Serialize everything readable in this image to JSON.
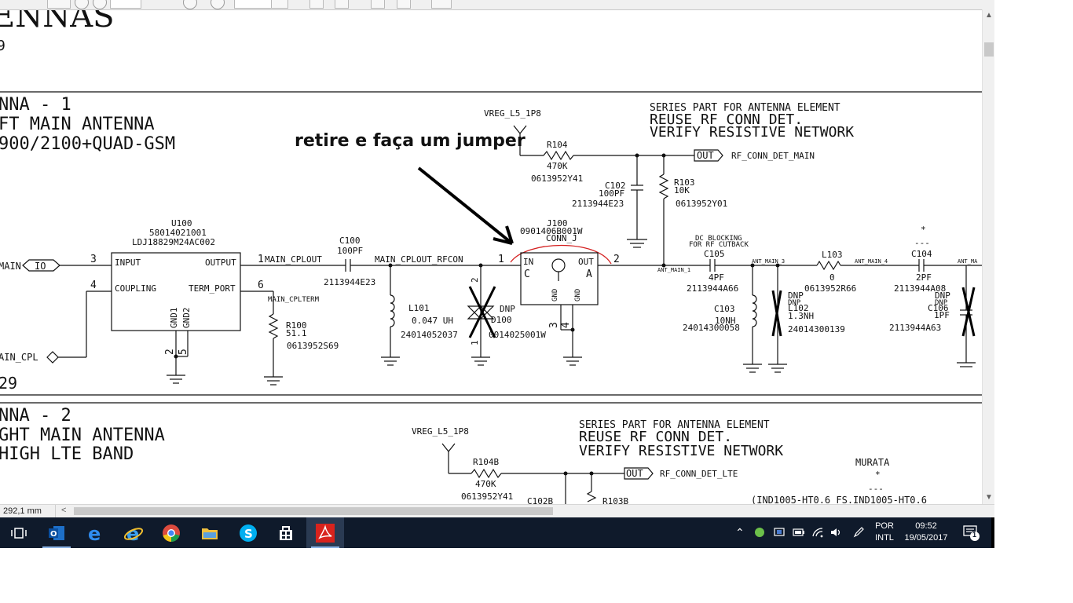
{
  "schematic": {
    "top_heading_partial": "ENNAS",
    "top_subline_partial": "9",
    "section1": {
      "title1": "NNA - 1",
      "title2": "FT MAIN ANTENNA",
      "title3": "900/2100+QUAD-GSM",
      "bottom_label": "29",
      "notes": {
        "line1": "SERIES PART FOR ANTENNA ELEMENT",
        "line2": "REUSE RF CONN DET.",
        "line3": "VERIFY RESISTIVE NETWORK"
      },
      "annotation": "retire e faça um jumper",
      "vreg": "VREG_L5_1P8",
      "r104": {
        "ref": "R104",
        "value": "470K",
        "part": "0613952Y41"
      },
      "c102": {
        "ref": "C102",
        "value": "100PF",
        "part": "2113944E23"
      },
      "r103": {
        "ref": "R103",
        "value": "10K",
        "part": "0613952Y01"
      },
      "out_port": "OUT",
      "out_net": "RF_CONN_DET_MAIN",
      "u100": {
        "ref": "U100",
        "part1": "58014021001",
        "part2": "LDJ18829M24AC002",
        "pin_input": "INPUT",
        "pin_output": "OUTPUT",
        "pin_coupling": "COUPLING",
        "pin_term": "TERM_PORT",
        "pin_gnd1": "GND1",
        "pin_gnd2": "GND2",
        "n3": "3",
        "n1": "1",
        "n4": "4",
        "n6": "6",
        "n2": "2",
        "n5": "5"
      },
      "main_label": "MAIN",
      "io_port": "IO",
      "main_cpl": "AIN_CPL",
      "net_main_cplout": "MAIN_CPLOUT",
      "net_main_cplterm": "MAIN_CPLTERM",
      "net_rfcon": "MAIN_CPLOUT_RFCON",
      "c100": {
        "ref": "C100",
        "value": "100PF",
        "part": "2113944E23"
      },
      "r100": {
        "ref": "R100",
        "value": "51.1",
        "part": "0613952S69"
      },
      "l101": {
        "ref": "L101",
        "value": "0.047 UH",
        "part": "24014052037"
      },
      "dnp1": {
        "label": "DNP",
        "ref": "D100",
        "part": "0014025001W",
        "pin2": "2",
        "pin1": "1"
      },
      "j100": {
        "ref": "J100",
        "part": "0901406B001W",
        "name": "CONN_J",
        "in": "IN",
        "out": "OUT",
        "c": "C",
        "a": "A",
        "gnd_a": "GND",
        "gnd_b": "GND",
        "pin1": "1",
        "pin2": "2",
        "pin3": "3",
        "pin4": "4"
      },
      "dc_blocking": "DC BLOCKING",
      "for_rf_cutback": "FOR RF CUTBACK",
      "c105": {
        "ref": "C105",
        "value": "4PF",
        "part": "2113944A66"
      },
      "ant_main_1": "ANT_MAIN_1",
      "ant_main_3": "ANT_MAIN_3",
      "ant_main_4": "ANT_MAIN_4",
      "ant_ma": "ANT_MA",
      "c103": {
        "ref": "C103",
        "value": "10NH",
        "part": "24014300058"
      },
      "l102": {
        "dnp1": "DNP",
        "dnp2": "DNP",
        "ref": "L102",
        "value": "1.3NH",
        "part": "24014300139"
      },
      "l103": {
        "ref": "L103",
        "value": "0",
        "part": "0613952R66"
      },
      "c104": {
        "star": "*",
        "dash": "---",
        "ref": "C104",
        "value": "2PF",
        "part": "2113944A08"
      },
      "c106": {
        "dnp1": "DNP",
        "dnp2": "DNP",
        "ref": "C106",
        "value": "1PF",
        "part": "2113944A63"
      }
    },
    "section2": {
      "title1": "NNA - 2",
      "title2": "GHT MAIN ANTENNA",
      "title3": "HIGH LTE BAND",
      "notes": {
        "line1": "SERIES PART FOR ANTENNA ELEMENT",
        "line2": "REUSE RF CONN DET.",
        "line3": "VERIFY RESISTIVE NETWORK"
      },
      "vreg": "VREG_L5_1P8",
      "r104b": {
        "ref": "R104B",
        "value": "470K",
        "part": "0613952Y41"
      },
      "c102b": "C102B",
      "r103b": "R103B",
      "out_port": "OUT",
      "out_net": "RF_CONN_DET_LTE",
      "murata": "MURATA",
      "star": "*",
      "dash": "---",
      "ind": "(IND1005-HT0.6 FS.IND1005-HT0.6"
    }
  },
  "statusbar": {
    "dimension": "292,1 mm"
  },
  "taskbar": {
    "apps": [
      "task-view",
      "outlook",
      "edge",
      "internet-explorer",
      "chrome",
      "file-explorer",
      "skype",
      "store",
      "acrobat-reader"
    ],
    "lang1": "POR",
    "lang2": "INTL",
    "time": "09:52",
    "date": "19/05/2017",
    "notif_count": "1"
  },
  "colors": {
    "taskbar": "#0f1a2b",
    "annotation_arc": "#d42020",
    "ink": "#111111"
  }
}
